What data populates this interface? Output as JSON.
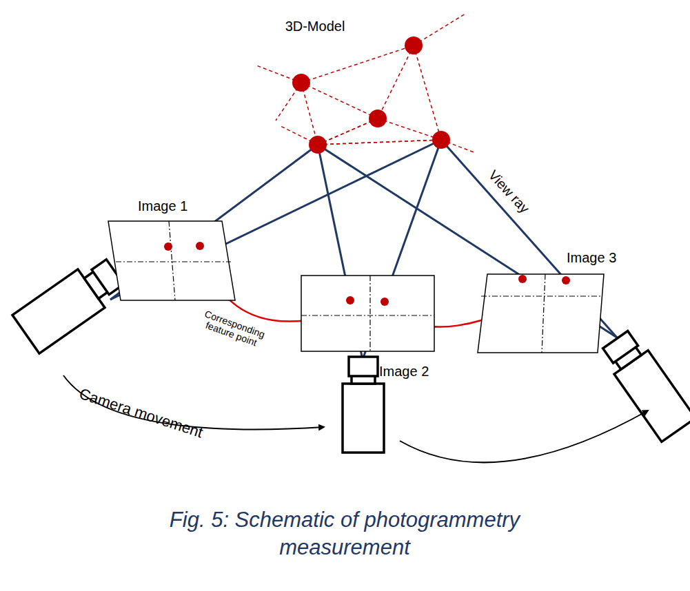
{
  "diagram": {
    "caption": "Fig. 5: Schematic of photogrammetry measurement",
    "nodes": [
      {
        "text": [
          "Image 1"
        ]
      },
      {
        "text": [
          "Image 2"
        ]
      },
      {
        "text": [
          "Image 3"
        ]
      }
    ],
    "edges": [
      {
        "from": 0,
        "to": 1,
        "arrow": "to"
      },
      {
        "from": 1,
        "to": 2,
        "arrow": "to"
      }
    ],
    "labels": [
      "3D-Model",
      "View ray",
      "Corresponding feature point",
      "Camera movement"
    ]
  }
}
